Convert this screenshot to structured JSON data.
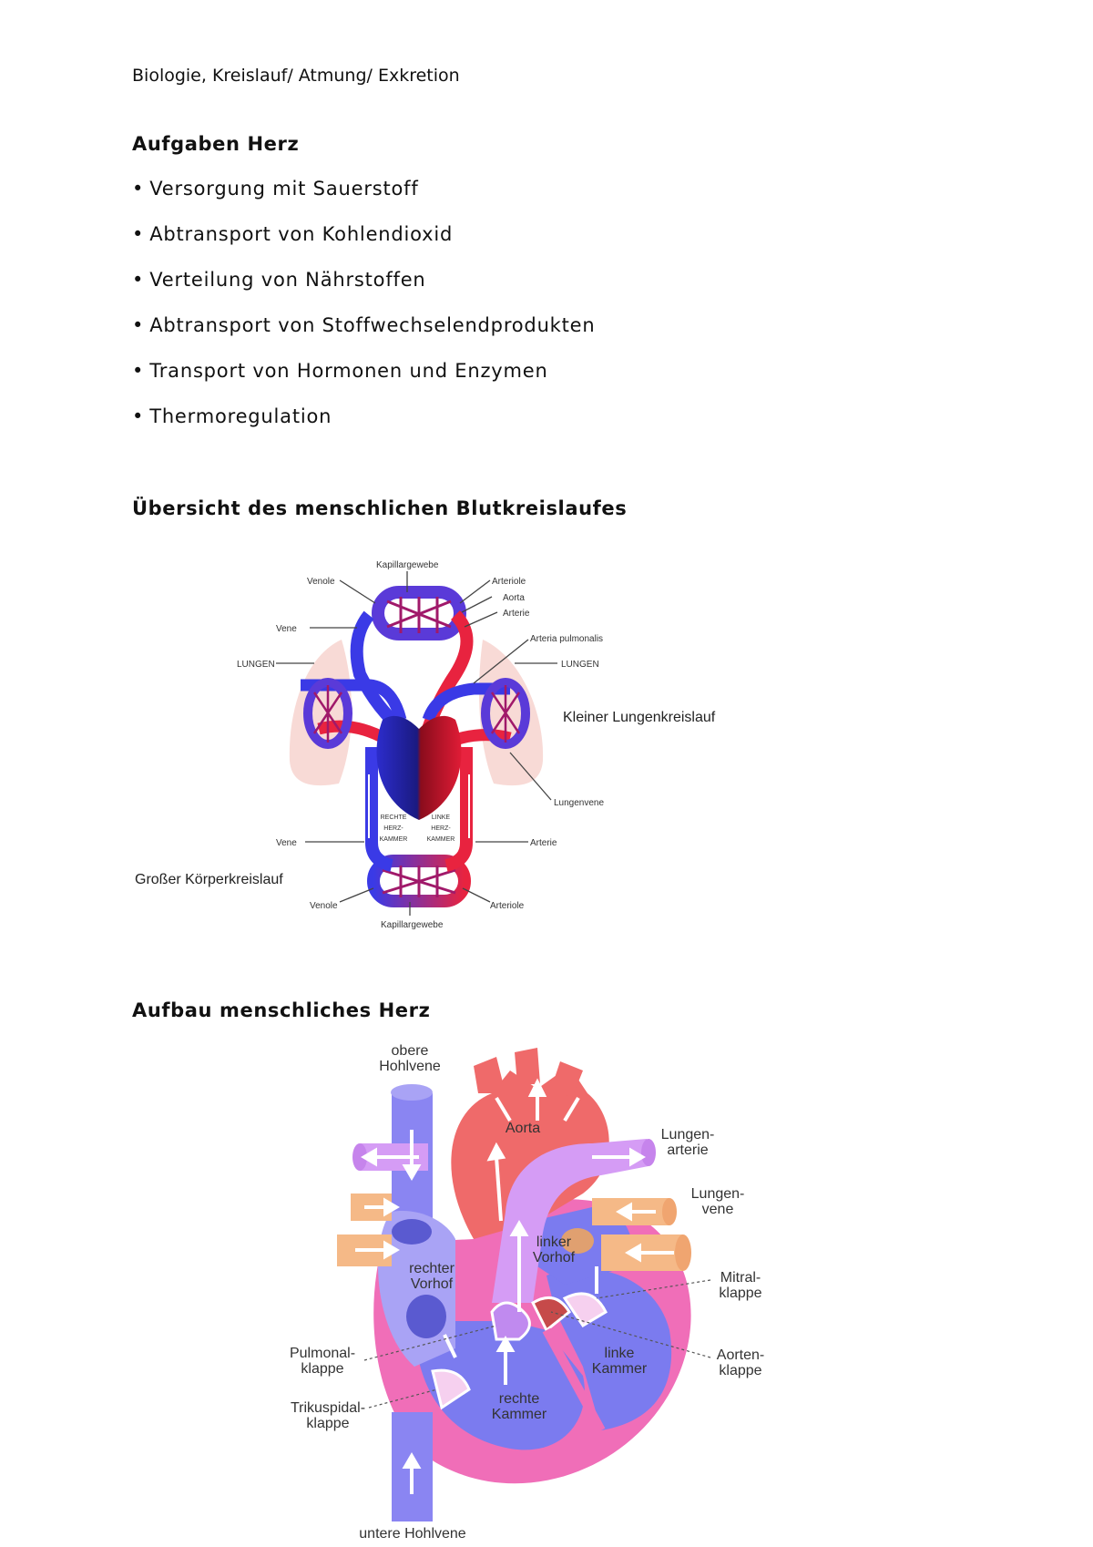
{
  "header": "Biologie, Kreislauf/ Atmung/ Exkretion",
  "tasks": {
    "title": "Aufgaben Herz",
    "items": [
      "Versorgung mit Sauerstoff",
      "Abtransport von Kohlendioxid",
      "Verteilung von Nährstoffen",
      "Abtransport von Stoffwechselendprodukten",
      "Transport von Hormonen und Enzymen",
      "Thermoregulation"
    ]
  },
  "circulation": {
    "title": "Übersicht des menschlichen Blutkreislaufes",
    "labels": {
      "kapillar_top": "Kapillargewebe",
      "venole_top": "Venole",
      "arteriole_top": "Arteriole",
      "aorta": "Aorta",
      "arterie_top": "Arterie",
      "vene_top": "Vene",
      "arteria_pulmonalis": "Arteria pulmonalis",
      "lungen_left": "LUNGEN",
      "lungen_right": "LUNGEN",
      "lungenvene": "Lungenvene",
      "rechte_1": "RECHTE",
      "rechte_2": "HERZ-",
      "rechte_3": "KAMMER",
      "linke_1": "LINKE",
      "linke_2": "HERZ-",
      "linke_3": "KAMMER",
      "vene_bottom": "Vene",
      "arterie_bottom": "Arterie",
      "venole_bottom": "Venole",
      "arteriole_bottom": "Arteriole",
      "kapillar_bottom": "Kapillargewebe"
    },
    "kleiner": "Kleiner Lungenkreislauf",
    "grosser": "Großer Körperkreislauf"
  },
  "heart": {
    "title": "Aufbau menschliches Herz",
    "labels": {
      "obere_1": "obere",
      "obere_2": "Hohlvene",
      "aorta": "Aorta",
      "lungenarterie_1": "Lungen-",
      "lungenarterie_2": "arterie",
      "lungenvene_1": "Lungen-",
      "lungenvene_2": "vene",
      "linker_1": "linker",
      "linker_2": "Vorhof",
      "rechter_1": "rechter",
      "rechter_2": "Vorhof",
      "mitral_1": "Mitral-",
      "mitral_2": "klappe",
      "aorten_1": "Aorten-",
      "aorten_2": "klappe",
      "pulmonal_1": "Pulmonal-",
      "pulmonal_2": "klappe",
      "linke_1": "linke",
      "linke_2": "Kammer",
      "rechte_1": "rechte",
      "rechte_2": "Kammer",
      "trikus_1": "Trikuspidal-",
      "trikus_2": "klappe",
      "untere": "untere Hohlvene"
    }
  },
  "colors": {
    "venous": "#3a3ae6",
    "arterial": "#e8233f",
    "lung": "#f7d3cf",
    "heart_pink": "#f06eb8",
    "heart_blue": "#7b7bef",
    "aorta_red": "#ef6a6a",
    "lungenarterie_violet": "#d59cf5",
    "lungenvene_orange": "#f5b987"
  }
}
